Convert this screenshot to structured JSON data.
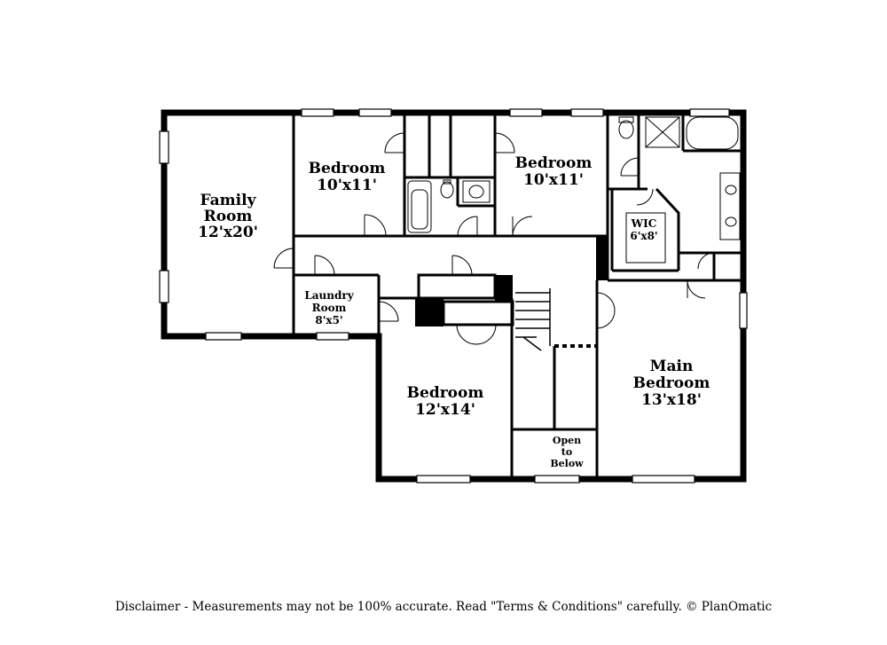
{
  "rooms": {
    "family_room": {
      "name_line1": "Family",
      "name_line2": "Room",
      "size": "12'x20'"
    },
    "bedroom_2": {
      "name": "Bedroom",
      "size": "10'x11'"
    },
    "bedroom_3": {
      "name": "Bedroom",
      "size": "10'x11'"
    },
    "wic": {
      "name": "WIC",
      "size": "6'x8'"
    },
    "laundry": {
      "name_line1": "Laundry",
      "name_line2": "Room",
      "size": "8'x5'"
    },
    "bedroom_4": {
      "name": "Bedroom",
      "size": "12'x14'"
    },
    "main_bedroom": {
      "name_line1": "Main",
      "name_line2": "Bedroom",
      "size": "13'x18'"
    },
    "open_below": {
      "line1": "Open",
      "line2": "to",
      "line3": "Below"
    }
  },
  "disclaimer": "Disclaimer - Measurements may not be 100% accurate. Read \"Terms & Conditions\" carefully. © PlanOmatic"
}
